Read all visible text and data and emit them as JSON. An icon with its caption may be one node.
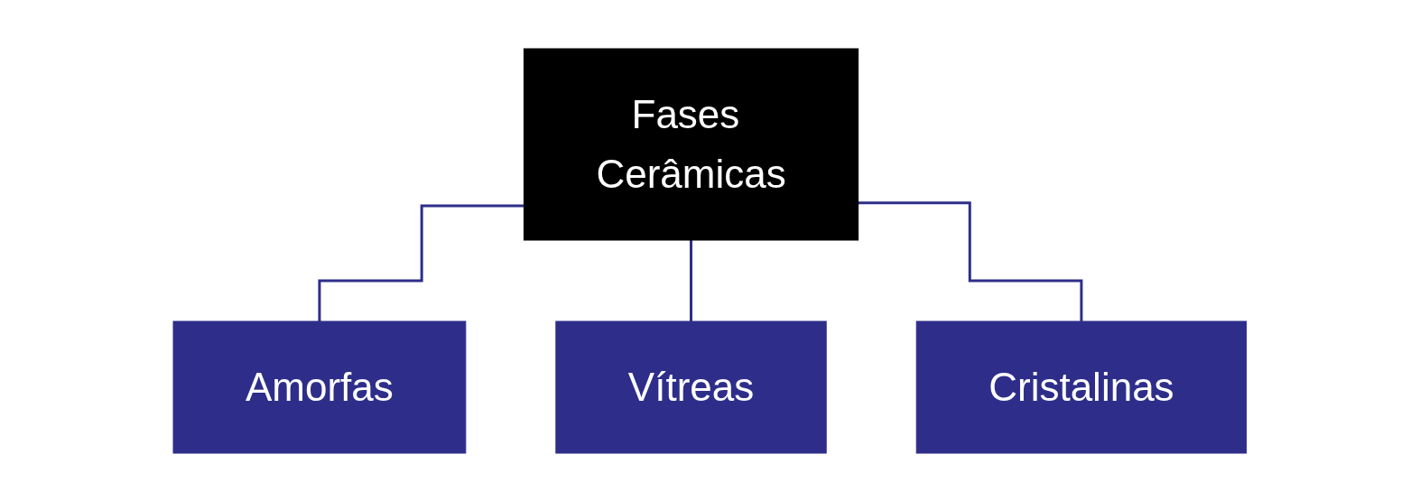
{
  "diagram": {
    "nodes": [
      {
        "text": [
          "Fases Cerâmicas"
        ]
      },
      {
        "text": [
          "Amorfas"
        ]
      },
      {
        "text": [
          "Vítreas"
        ]
      },
      {
        "text": [
          "Cristalinas"
        ]
      }
    ],
    "edges": [
      {
        "from": 0,
        "to": 1,
        "arrow": "none"
      },
      {
        "from": 0,
        "to": 2,
        "arrow": "none"
      },
      {
        "from": 0,
        "to": 3,
        "arrow": "none"
      }
    ]
  }
}
